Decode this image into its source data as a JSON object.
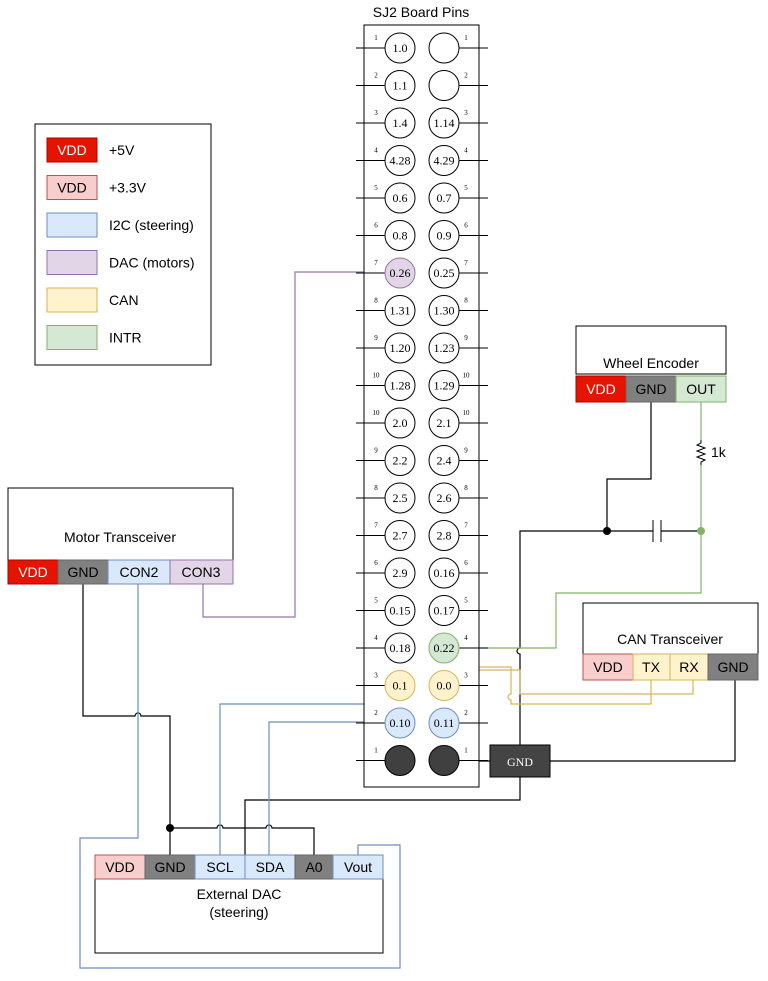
{
  "board": {
    "title": "SJ2 Board Pins"
  },
  "board_rows": [
    {
      "num": "1",
      "left": "1.0",
      "right": ""
    },
    {
      "num": "2",
      "left": "1.1",
      "right": ""
    },
    {
      "num": "3",
      "left": "1.4",
      "right": "1.14"
    },
    {
      "num": "4",
      "left": "4.28",
      "right": "4.29"
    },
    {
      "num": "5",
      "left": "0.6",
      "right": "0.7"
    },
    {
      "num": "6",
      "left": "0.8",
      "right": "0.9"
    },
    {
      "num": "7",
      "left": "0.26",
      "right": "0.25",
      "left_color": "dac"
    },
    {
      "num": "8",
      "left": "1.31",
      "right": "1.30"
    },
    {
      "num": "9",
      "left": "1.20",
      "right": "1.23"
    },
    {
      "num": "10",
      "left": "1.28",
      "right": "1.29"
    },
    {
      "num": "10",
      "left": "2.0",
      "right": "2.1"
    },
    {
      "num": "9",
      "left": "2.2",
      "right": "2.4"
    },
    {
      "num": "8",
      "left": "2.5",
      "right": "2.6"
    },
    {
      "num": "7",
      "left": "2.7",
      "right": "2.8"
    },
    {
      "num": "6",
      "left": "2.9",
      "right": "0.16"
    },
    {
      "num": "5",
      "left": "0.15",
      "right": "0.17"
    },
    {
      "num": "4",
      "left": "0.18",
      "right": "0.22",
      "right_color": "intr"
    },
    {
      "num": "3",
      "left": "0.1",
      "right": "0.0",
      "left_color": "can",
      "right_color": "can"
    },
    {
      "num": "2",
      "left": "0.10",
      "right": "0.11",
      "left_color": "i2c",
      "right_color": "i2c"
    },
    {
      "num": "1",
      "left": "",
      "right": "",
      "left_color": "gnd",
      "right_color": "gnd"
    }
  ],
  "board_gnd_label": "GND",
  "legend": [
    {
      "swatch": "VDD",
      "label": "+5V",
      "color": "vdd5"
    },
    {
      "swatch": "VDD",
      "label": "+3.3V",
      "color": "vdd33"
    },
    {
      "swatch": "",
      "label": "I2C (steering)",
      "color": "i2c"
    },
    {
      "swatch": "",
      "label": "DAC (motors)",
      "color": "dac"
    },
    {
      "swatch": "",
      "label": "CAN",
      "color": "can"
    },
    {
      "swatch": "",
      "label": "INTR",
      "color": "intr"
    }
  ],
  "colors": {
    "vdd5": "#e51400",
    "vdd33": "#f8cecc",
    "i2c": "#dae8fc",
    "dac": "#e1d5e7",
    "can": "#fff2cc",
    "intr": "#d5e8d4",
    "gnd": "#808080",
    "i2c_stroke": "#6c8ebf",
    "dac_stroke": "#9673a6",
    "can_stroke": "#d6b656",
    "intr_stroke": "#82b366",
    "vdd33_stroke": "#b85450"
  },
  "wheel_encoder": {
    "title": "Wheel Encoder",
    "pins": [
      "VDD",
      "GND",
      "OUT"
    ]
  },
  "resistor_label": "1k",
  "motor_transceiver": {
    "title": "Motor Transceiver",
    "pins": [
      "VDD",
      "GND",
      "CON2",
      "CON3"
    ]
  },
  "can_transceiver": {
    "title": "CAN Transceiver",
    "pins": [
      "VDD",
      "TX",
      "RX",
      "GND"
    ]
  },
  "external_dac": {
    "title": "External DAC",
    "subtitle": "(steering)",
    "pins": [
      "VDD",
      "GND",
      "SCL",
      "SDA",
      "A0",
      "Vout"
    ]
  }
}
